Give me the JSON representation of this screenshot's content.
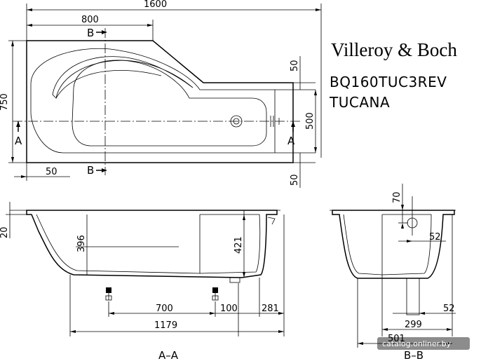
{
  "brand": "Villeroy & Boch",
  "model_code": "BQ160TUC3REV",
  "model_name": "TUCANA",
  "watermark": "catalog.onliner.by",
  "top_view": {
    "total_length": "1600",
    "shower_zone_length": "800",
    "total_width": "750",
    "inner_width": "500",
    "rim_top": "50",
    "rim_bottom": "50",
    "left_offset": "50",
    "section_aa": "A",
    "section_bb": "B"
  },
  "section_aa_view": {
    "label": "A–A",
    "rim_thickness": "20",
    "depth_shallow": "396",
    "depth_deep": "421",
    "feet_spacing": "700",
    "foot_offset": "100",
    "end_offset": "281",
    "feet_base": "1179"
  },
  "section_bb_view": {
    "label": "B–B",
    "overflow_height": "70",
    "overflow_offset": "52",
    "drain_offset": "52",
    "foot_width": "299",
    "total_width": "501"
  }
}
